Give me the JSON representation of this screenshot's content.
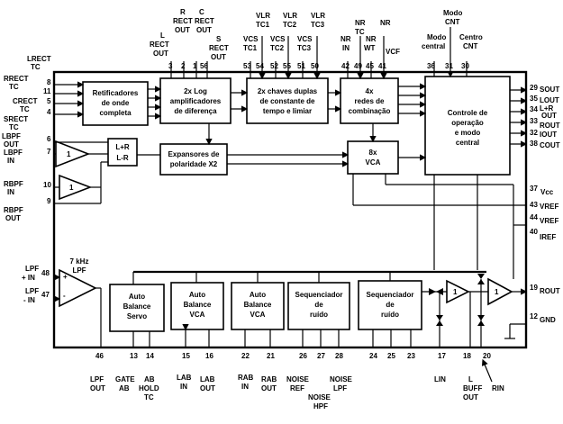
{
  "blocks": {
    "rectifiers": [
      "Retificadores",
      "de onde",
      "completa"
    ],
    "log_amps": [
      "2x Log",
      "amplificadores",
      "de diferença"
    ],
    "dual_switches": [
      "2x chaves duplas",
      "de constante de",
      "tempo e limiar"
    ],
    "combination": [
      "4x",
      "redes de",
      "combinação"
    ],
    "control": [
      "Controle de",
      "operação",
      "e modo",
      "central"
    ],
    "expanders": [
      "Expansores de",
      "polaridade X2"
    ],
    "vca8": [
      "8x",
      "VCA"
    ],
    "lr_matrix": [
      "L+R",
      "L-R"
    ],
    "buf1": "1",
    "buf2": "1",
    "auto_servo": [
      "Auto",
      "Balance",
      "Servo"
    ],
    "auto_vca1": [
      "Auto",
      "Balance",
      "VCA"
    ],
    "auto_vca2": [
      "Auto",
      "Balance",
      "VCA"
    ],
    "seq1": [
      "Sequenciador",
      "de",
      "ruído"
    ],
    "seq2": [
      "Sequenciador",
      "de",
      "ruído"
    ],
    "buf_out": "1",
    "lpf_label": [
      "7 kHz",
      "LPF"
    ]
  },
  "left_pins": {
    "lrect_tc": {
      "name": [
        "LRECT",
        "TC"
      ],
      "num": "8"
    },
    "rrect_tc": {
      "name": [
        "RRECT",
        "TC"
      ],
      "num": "11"
    },
    "crect_tc": {
      "name": [
        "CRECT",
        "TC"
      ],
      "num": "5"
    },
    "srect_tc": {
      "name": [
        "SRECT",
        "TC"
      ],
      "num": "4"
    },
    "lbpf_out": {
      "name": [
        "LBPF",
        "OUT"
      ],
      "num": "6"
    },
    "lbpf_in": {
      "name": [
        "LBPF",
        "IN"
      ],
      "num": "7"
    },
    "rbpf_in": {
      "name": [
        "RBPF",
        "IN"
      ],
      "num": "10"
    },
    "rbpf_out": {
      "name": [
        "RBPF",
        "OUT"
      ],
      "num": "9"
    },
    "lpf_in_p": {
      "name": [
        "LPF",
        "+ IN"
      ],
      "num": "48"
    },
    "lpf_in_n": {
      "name": [
        "LPF",
        "- IN"
      ],
      "num": "47"
    }
  },
  "top_pins": {
    "l_rect_out": {
      "name": [
        "L",
        "RECT",
        "OUT"
      ],
      "num": "3"
    },
    "r_rect_out": {
      "name": [
        "R",
        "RECT",
        "OUT"
      ],
      "num": "2"
    },
    "c_rect_out": {
      "name": [
        "C",
        "RECT",
        "OUT"
      ],
      "num": "1"
    },
    "s_rect_out": {
      "name": [
        "S",
        "RECT",
        "OUT"
      ],
      "num": "56"
    },
    "vcs_tc1": {
      "name": [
        "VCS",
        "TC1"
      ],
      "num": "53"
    },
    "vlr_tc1": {
      "name": [
        "VLR",
        "TC1"
      ],
      "num": "54"
    },
    "vcs_tc2": {
      "name": [
        "VCS",
        "TC2"
      ],
      "num": "52"
    },
    "vlr_tc2": {
      "name": [
        "VLR",
        "TC2"
      ],
      "num": "55"
    },
    "vcs_tc3": {
      "name": [
        "VCS",
        "TC3"
      ],
      "num": "51"
    },
    "vlr_tc3": {
      "name": [
        "VLR",
        "TC3"
      ],
      "num": "50"
    },
    "nr_in": {
      "name": [
        "NR",
        "IN"
      ],
      "num": "42"
    },
    "nr_tc": {
      "name": [
        "NR",
        "TC"
      ],
      "num": "49"
    },
    "nr_wt": {
      "name": [
        "NR",
        "WT"
      ],
      "num": "45"
    },
    "nr_vcf": {
      "name": [
        "NR",
        "VCF"
      ],
      "num": "41"
    },
    "modo_central": {
      "name": [
        "Modo",
        "central"
      ],
      "num": "36"
    },
    "modo_cnt": {
      "name": [
        "Modo",
        "CNT"
      ],
      "num": "31"
    },
    "centro_cnt": {
      "name": [
        "Centro",
        "CNT"
      ],
      "num": "30"
    }
  },
  "right_pins": {
    "s_out": {
      "name": "SOUT",
      "num": "29"
    },
    "l_out": {
      "name": "LOUT",
      "num": "35"
    },
    "lr_out": {
      "name": [
        "L+R",
        "OUT"
      ],
      "num": "34"
    },
    "r_out": {
      "name": "ROUT",
      "num": "33"
    },
    "i_out": {
      "name": "IOUT",
      "num": "32"
    },
    "c_out": {
      "name": "COUT",
      "num": "38"
    },
    "vcc": {
      "name": "Vcc",
      "num": "37"
    },
    "vref1": {
      "name": "VREF",
      "num": "43"
    },
    "vref2": {
      "name": "VREF",
      "num": "44"
    },
    "iref": {
      "name": "IREF",
      "num": "40"
    },
    "r_out2": {
      "name": "ROUT",
      "num": "19"
    },
    "gnd": {
      "name": "GND",
      "num": "12"
    }
  },
  "bottom_pins": {
    "lpf_out": {
      "name": [
        "LPF",
        "OUT"
      ],
      "num": "46"
    },
    "gate_ab": {
      "name": [
        "GATE",
        "AB"
      ],
      "num": "13"
    },
    "ab_hold_tc": {
      "name": [
        "AB",
        "HOLD",
        "TC"
      ],
      "num": "14"
    },
    "lab_in": {
      "name": [
        "LAB",
        "IN"
      ],
      "num": "15"
    },
    "lab_out": {
      "name": [
        "LAB",
        "OUT"
      ],
      "num": "16"
    },
    "rab_in": {
      "name": [
        "RAB",
        "IN"
      ],
      "num": "22"
    },
    "rab_out": {
      "name": [
        "RAB",
        "OUT"
      ],
      "num": "21"
    },
    "noise_ref": {
      "name": [
        "NOISE",
        "REF"
      ],
      "num": "26"
    },
    "noise_hpf": {
      "name": [
        "NOISE",
        "HPF"
      ],
      "num": "27"
    },
    "noise_lpf": {
      "name": [
        "NOISE",
        "LPF"
      ],
      "num": "28"
    },
    "p24": {
      "num": "24"
    },
    "p25": {
      "num": "25"
    },
    "p23": {
      "num": "23"
    },
    "lin": {
      "name": "LIN",
      "num": "17"
    },
    "l_buff_out": {
      "name": [
        "L",
        "BUFF",
        "OUT"
      ],
      "num": "18"
    },
    "rin": {
      "name": "RIN",
      "num": "20"
    }
  }
}
